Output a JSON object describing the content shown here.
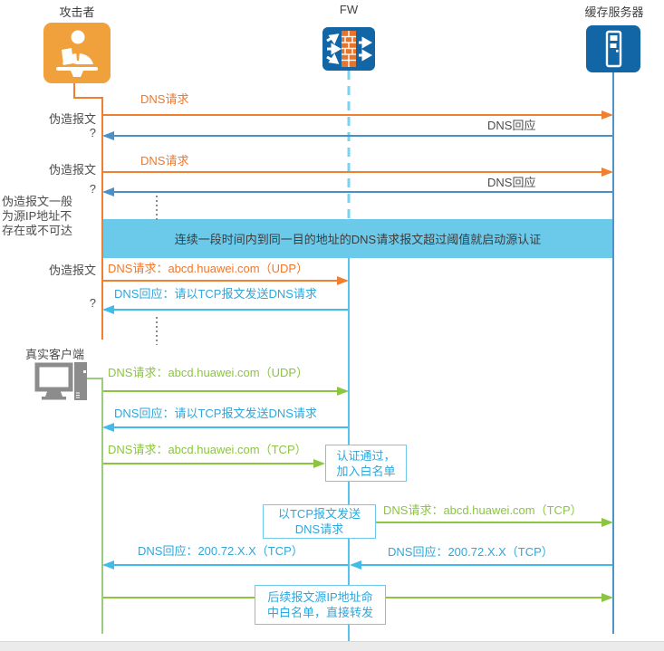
{
  "header": {
    "attacker": "攻击者",
    "firewall": "FW",
    "cache_server": "缓存服务器"
  },
  "labels": {
    "forged_packet": "伪造报文",
    "question_mark": "?",
    "forged_note_line1": "伪造报文一般",
    "forged_note_line2": "为源IP地址不",
    "forged_note_line3": "存在或不可达",
    "real_client": "真实客户端"
  },
  "banner": {
    "text": "连续一段时间内到同一目的地址的DNS请求报文超过阈值就启动源认证"
  },
  "messages": {
    "dns_request": "DNS请求",
    "dns_reply": "DNS回应",
    "dns_request_udp": "DNS请求：abcd.huawei.com（UDP）",
    "dns_reply_tcp_hint": "DNS回应：请以TCP报文发送DNS请求",
    "dns_request_tcp": "DNS请求：abcd.huawei.com（TCP）",
    "dns_reply_ip": "DNS回应：200.72.X.X（TCP）"
  },
  "boxes": {
    "auth_line1": "认证通过，",
    "auth_line2": "加入白名单",
    "tcp_line1": "以TCP报文发送",
    "tcp_line2": "DNS请求",
    "whitelist_line1": "后续报文源IP地址命",
    "whitelist_line2": "中白名单，直接转发"
  },
  "colors": {
    "attacker_orange": "#f1a13c",
    "arrow_orange": "#f0802f",
    "arrow_blue": "#4a90c8",
    "arrow_cyan": "#41bce8",
    "arrow_green": "#8cc540",
    "banner_blue": "#6bc9e9",
    "device_blue": "#1266a5",
    "fw_lifeline_cyan": "#7ad2f2",
    "server_lifeline_blue": "#4b94cc",
    "client_lifeline_green": "#9bcb7c"
  }
}
